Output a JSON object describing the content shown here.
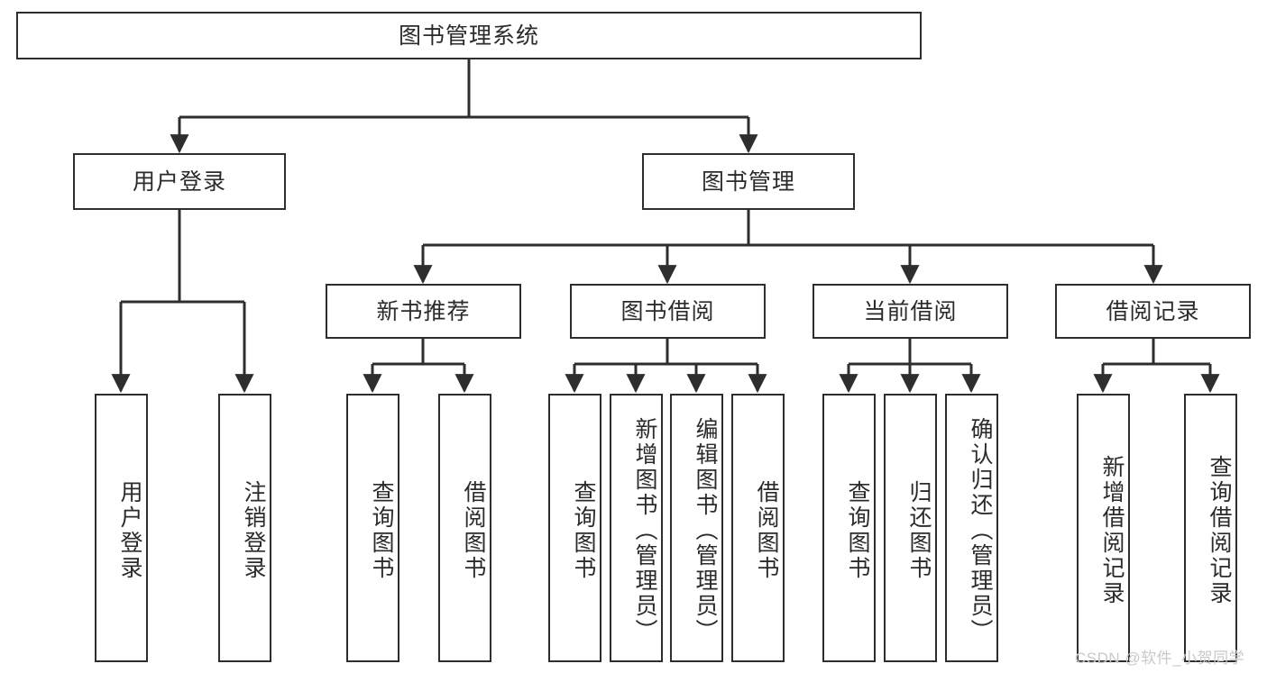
{
  "diagram": {
    "title": "图书管理系统",
    "type": "tree-hierarchy-diagram",
    "colors": {
      "stroke": "#2e2e2e",
      "fill": "#ffffff",
      "text": "#2b2b2b",
      "watermark": "#c9c9c9"
    },
    "root": {
      "label": "图书管理系统"
    },
    "level2": [
      {
        "label": "用户登录"
      },
      {
        "label": "图书管理"
      }
    ],
    "level3": [
      {
        "label": "新书推荐"
      },
      {
        "label": "图书借阅"
      },
      {
        "label": "当前借阅"
      },
      {
        "label": "借阅记录"
      }
    ],
    "leaves": {
      "user_login": [
        {
          "label": "用户登录"
        },
        {
          "label": "注销登录"
        }
      ],
      "new_book_recommend": [
        {
          "label": "查询图书"
        },
        {
          "label": "借阅图书"
        }
      ],
      "book_borrow": [
        {
          "label": "查询图书"
        },
        {
          "label": "新增图书（管理员）"
        },
        {
          "label": "编辑图书（管理员）"
        },
        {
          "label": "借阅图书"
        }
      ],
      "current_borrow": [
        {
          "label": "查询图书"
        },
        {
          "label": "归还图书"
        },
        {
          "label": "确认归还（管理员）"
        }
      ],
      "borrow_record": [
        {
          "label": "新增借阅记录"
        },
        {
          "label": "查询借阅记录"
        }
      ]
    },
    "watermark": "CSDN @软件_小贺同学"
  }
}
